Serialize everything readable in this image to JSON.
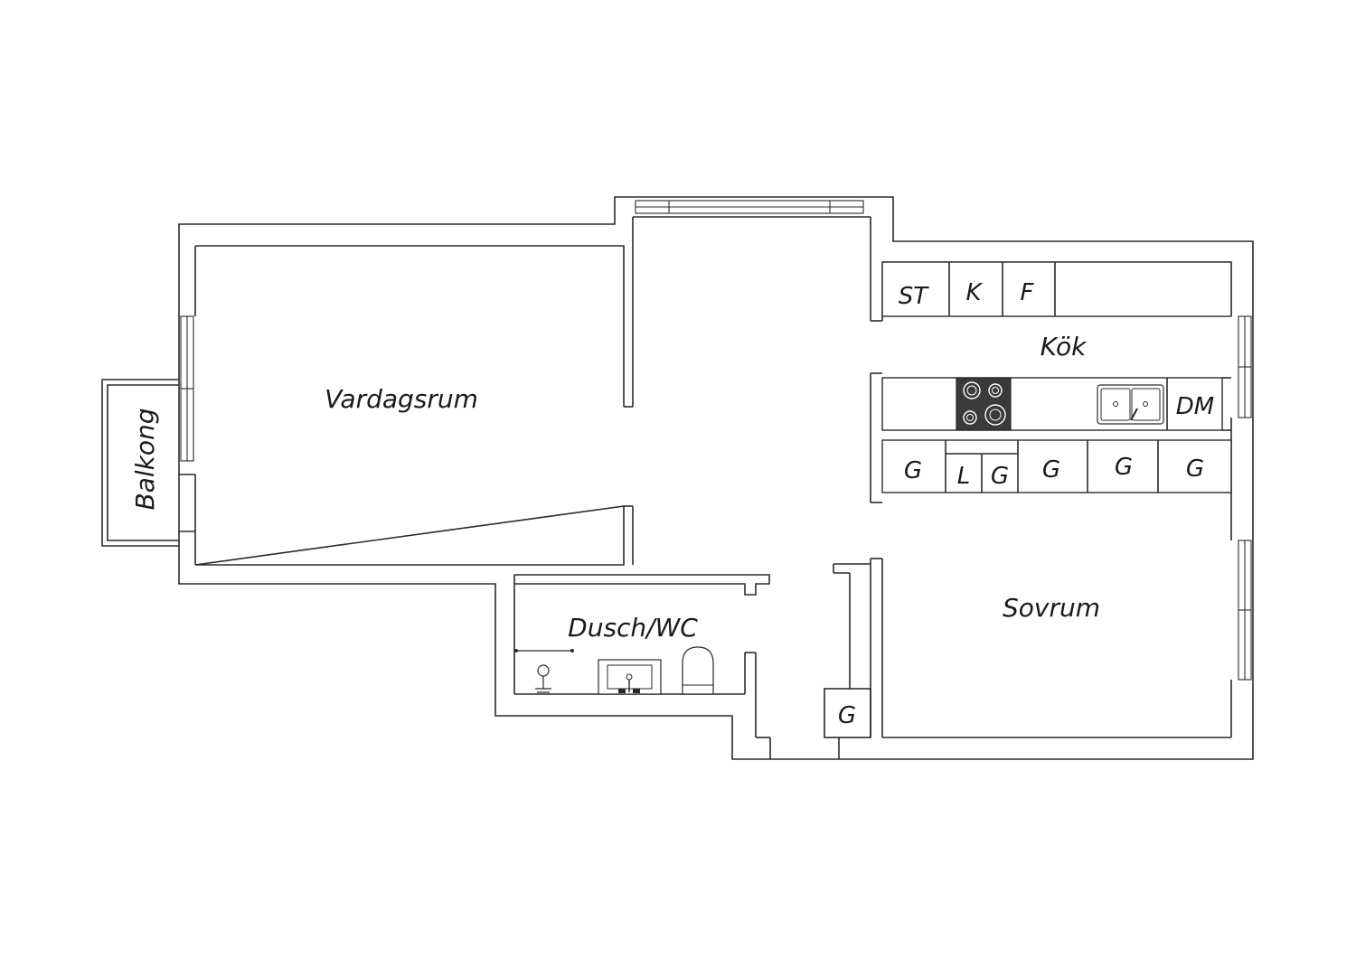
{
  "rooms": {
    "vardagsrum": "Vardagsrum",
    "kok": "Kök",
    "sovrum": "Sovrum",
    "dusch_wc": "Dusch/WC",
    "balkong": "Balkong"
  },
  "kitchen_units": {
    "st": "ST",
    "k": "K",
    "f": "F",
    "dm": "DM",
    "g1": "G",
    "l": "L",
    "g2": "G",
    "g3": "G",
    "g4": "G",
    "g5": "G"
  },
  "hall_wardrobe": "G",
  "colors": {
    "wall": "#2a2a2a",
    "stove": "#3a3a3a",
    "background": "#ffffff"
  },
  "icons": [
    "stove-icon",
    "sink-icon",
    "toilet-icon",
    "washbasin-icon",
    "shower-icon"
  ]
}
